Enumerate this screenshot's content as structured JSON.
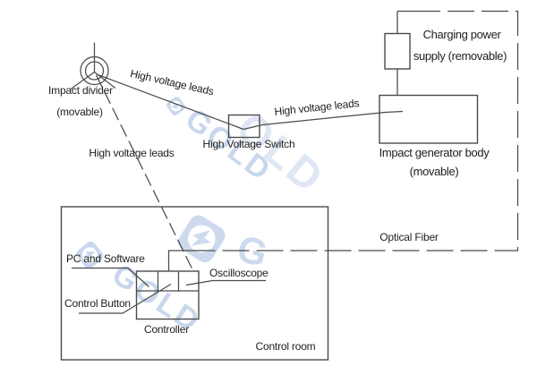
{
  "diagram": {
    "labels": {
      "impact_divider": "Impact divider",
      "impact_divider_note": "(movable)",
      "hv_leads_upper": "High voltage leads",
      "hv_leads_mid": "High voltage leads",
      "hv_leads_lower": "High voltage leads",
      "high_voltage_switch": "High Voltage Switch",
      "charging_supply_line1": "Charging power",
      "charging_supply_line2": "supply (removable)",
      "impact_generator": "Impact generator body",
      "impact_generator_note": "(movable)",
      "optical_fiber": "Optical Fiber",
      "pc_software": "PC and Software",
      "oscilloscope": "Oscilloscope",
      "control_button": "Control Button",
      "controller": "Controller",
      "control_room": "Control room"
    },
    "colors": {
      "line": "#4b4b4b",
      "text": "#1d1d1d",
      "watermark": "#9db7dd"
    }
  },
  "watermark": {
    "brand": "GOLD",
    "partial": "OLD",
    "initial": "G"
  }
}
